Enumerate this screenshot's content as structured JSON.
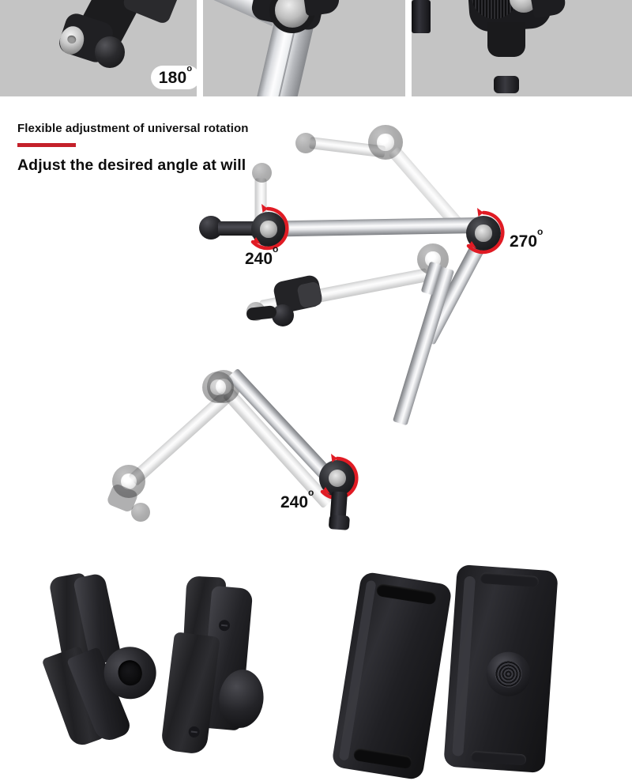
{
  "page": {
    "type": "product-marketing-image",
    "subject": "adjustable universal tablet holder arm",
    "background_color": "#ffffff"
  },
  "top_strip": {
    "panel_background": "#c4c4c4",
    "panels": [
      {
        "id": "panel-ball-knuckle",
        "caption_badge": "180",
        "caption_unit": "o",
        "detail": "ball-head knuckle with locking disc"
      },
      {
        "id": "panel-aluminum-tube",
        "detail": "aluminium tube with clamp collar"
      },
      {
        "id": "panel-clamp-stem",
        "detail": "knurled clamp head with mounting stem"
      }
    ]
  },
  "headings": {
    "subtitle": "Flexible adjustment of universal rotation",
    "rule_color": "#c4202a",
    "title": "Adjust the desired angle at will"
  },
  "diagram": {
    "accent_color": "#e01b24",
    "markers": [
      {
        "id": "marker-upper-left-joint",
        "value": "240",
        "unit": "o",
        "label_side": "below"
      },
      {
        "id": "marker-upper-right-joint",
        "value": "270",
        "unit": "o",
        "label_side": "right"
      },
      {
        "id": "marker-lower-joint",
        "value": "240",
        "unit": "o",
        "label_side": "left"
      }
    ]
  },
  "photos": {
    "background_color": "#ffffff",
    "items": [
      {
        "id": "photo-jaw-clamp-left",
        "detail": "black jaw clamp, front view"
      },
      {
        "id": "photo-jaw-clamp-right",
        "detail": "black jaw clamp, angled view"
      },
      {
        "id": "photo-tablet-cradle-left",
        "detail": "black tablet cradle, face view"
      },
      {
        "id": "photo-tablet-cradle-right",
        "detail": "black tablet cradle with knob, rear view"
      }
    ]
  }
}
